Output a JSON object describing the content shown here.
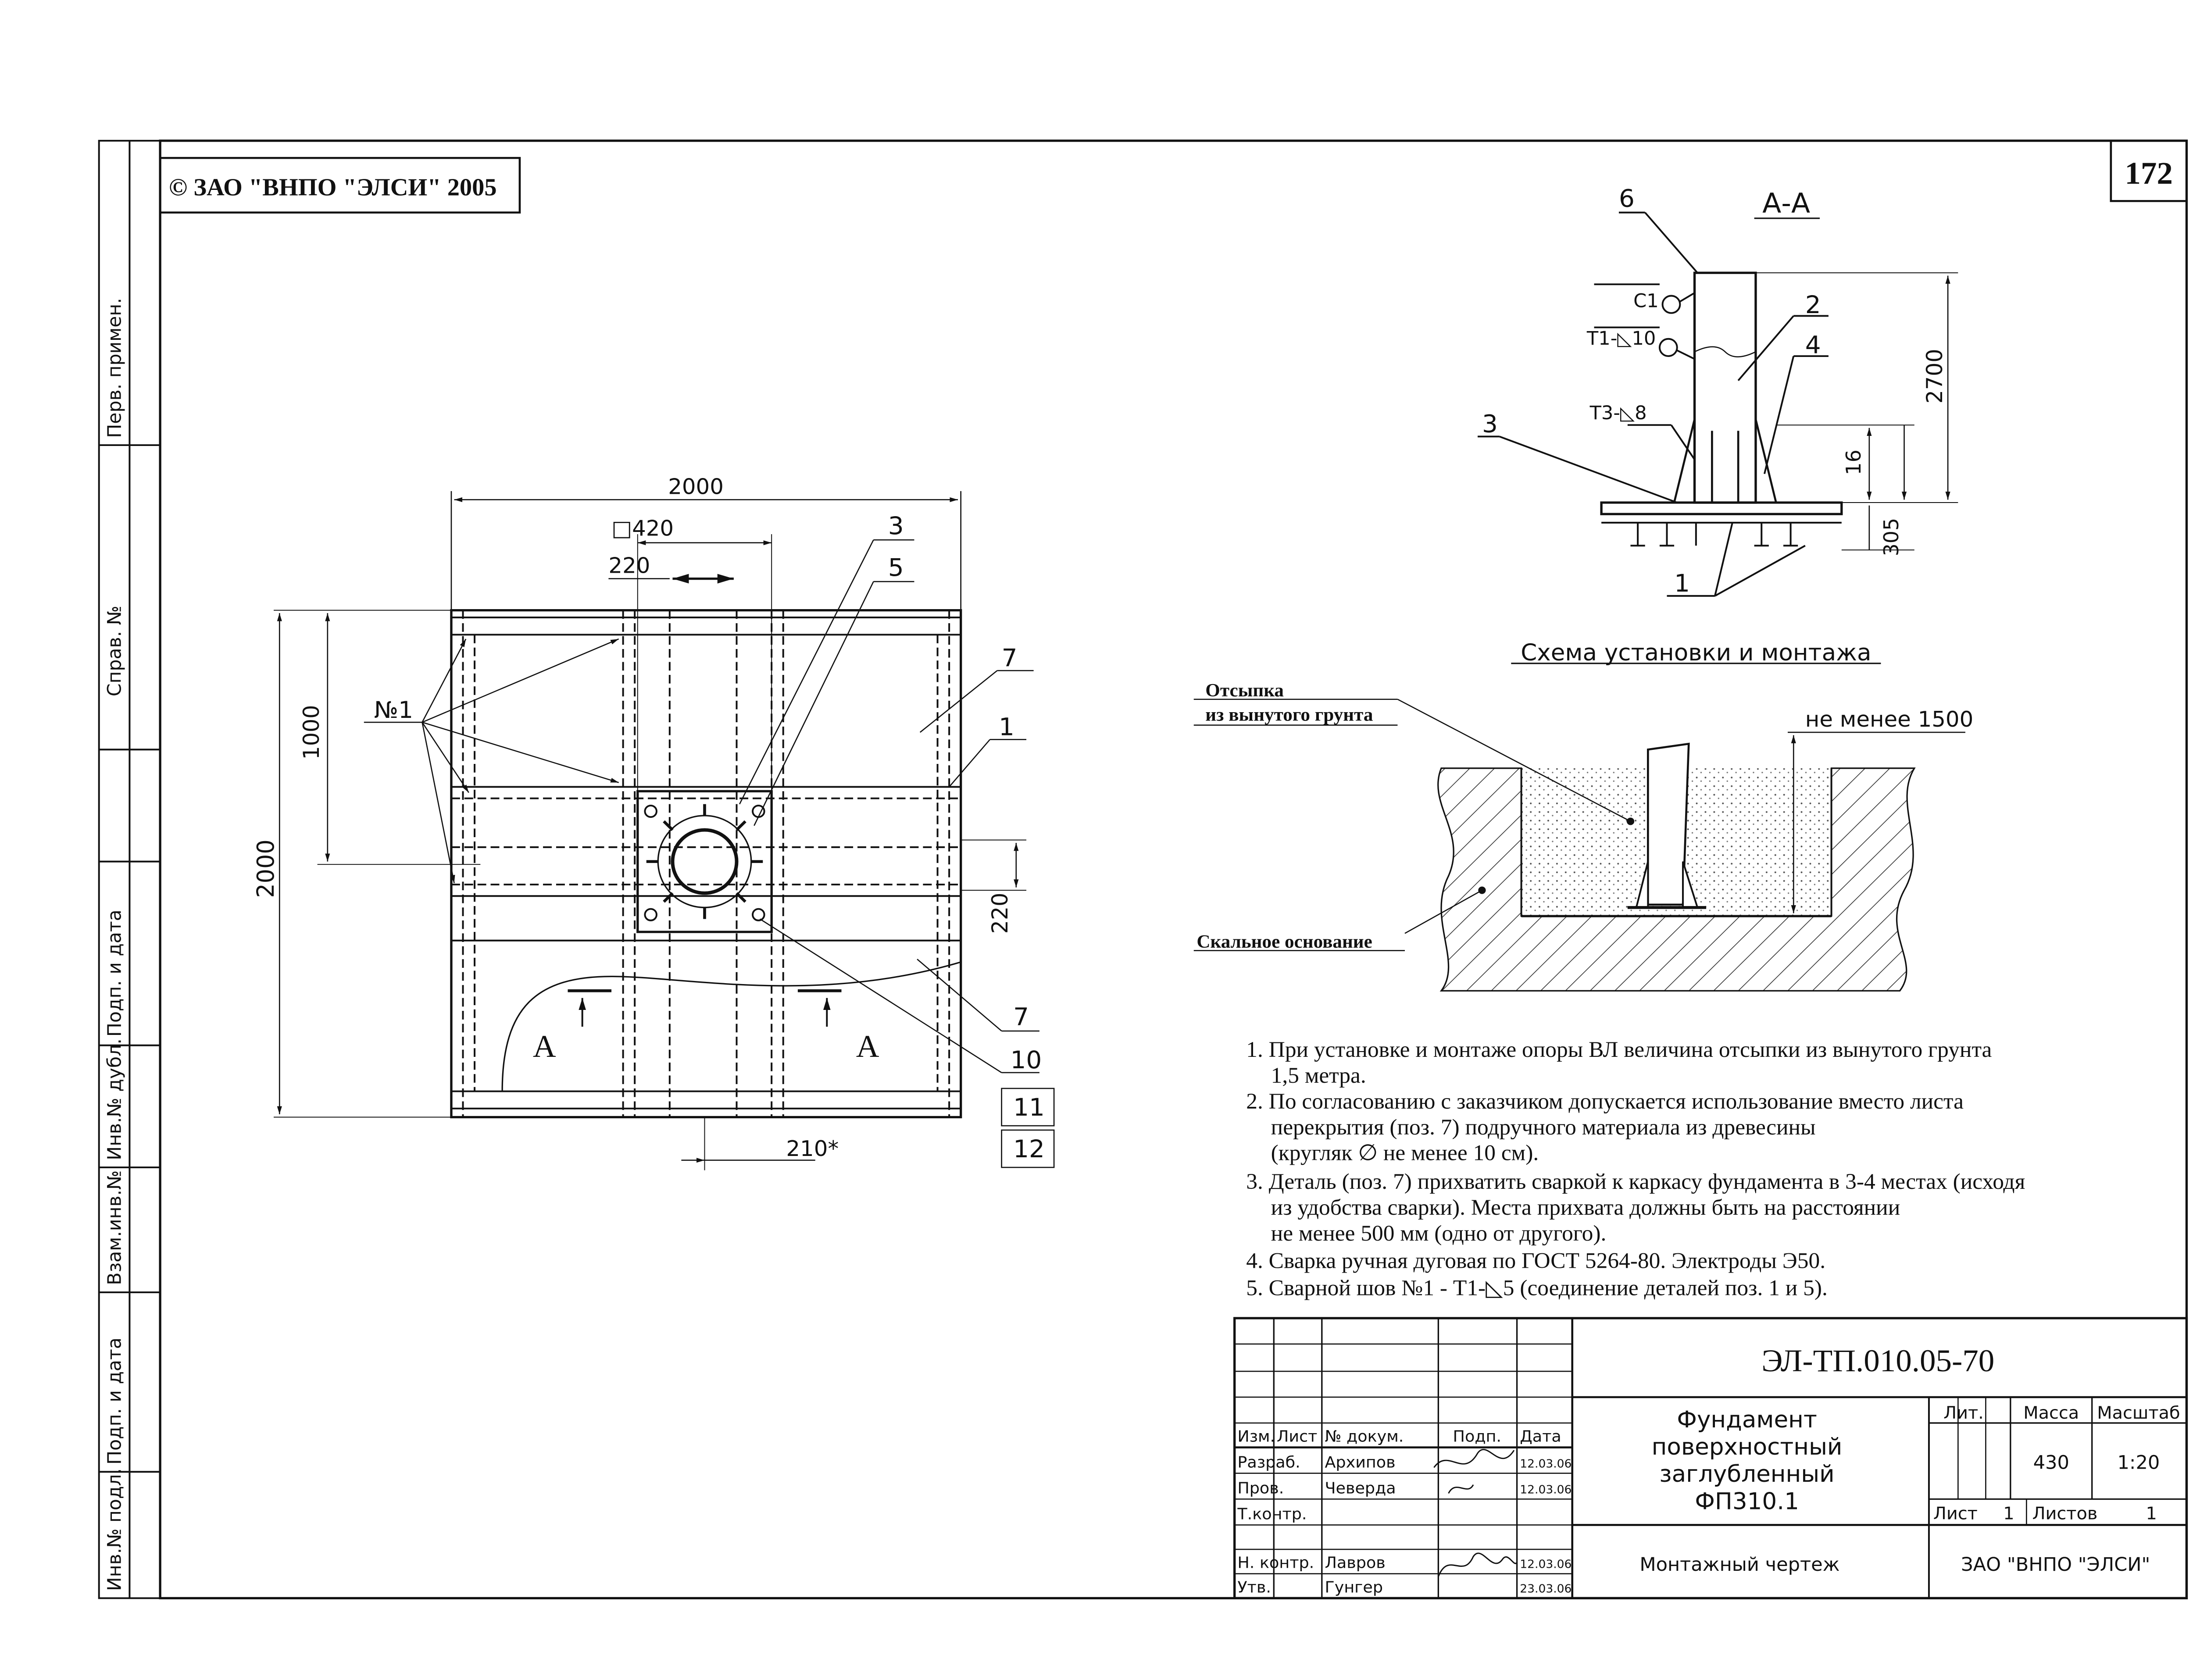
{
  "copyright": "© ЗАО \"ВНПО \"ЭЛСИ\" 2005",
  "sheet_number": "172",
  "side_stamp": [
    "Перв. примен.",
    "Справ. №",
    "Подп. и дата",
    "Инв.№ дубл.",
    "Взам.инв.№",
    "Подп. и дата",
    "Инв.№ подл."
  ],
  "plan_view": {
    "dim_overall_width": "2000",
    "dim_overall_height": "2000",
    "dim_half_height": "1000",
    "dim_plate": "□420",
    "dim_220_top": "220",
    "dim_220_right": "220",
    "dim_210": "210*",
    "weld_label": "№1",
    "section_marks": [
      "A",
      "A"
    ],
    "callouts": [
      "3",
      "5",
      "7",
      "1",
      "7",
      "10",
      "11",
      "12"
    ]
  },
  "section_view": {
    "title": "А-А",
    "dim_height": "2700",
    "dim_16": "16",
    "dim_305": "305",
    "weld_c1": "C1",
    "weld_t1": "Т1-◺10",
    "weld_t3": "Т3-◺8",
    "callouts": [
      "6",
      "2",
      "4",
      "3",
      "1"
    ]
  },
  "install_scheme": {
    "title": "Схема установки и монтажа",
    "label_backfill_1": "Отсыпка",
    "label_backfill_2": "из вынутого грунта",
    "label_rock": "Скальное основание",
    "dim_min_depth": "не менее  1500"
  },
  "notes": [
    "1. При установке и монтаже опоры ВЛ величина отсыпки из вынутого грунта",
    "1,5 метра.",
    "2. По согласованию с заказчиком допускается использование вместо листа",
    "перекрытия (поз. 7) подручного материала из древесины",
    "(кругляк ∅ не менее 10 см).",
    "3. Деталь (поз. 7) прихватить сваркой к каркасу фундамента в 3-4 местах (исходя",
    "из удобства сварки). Места прихвата должны быть на расстоянии",
    "не менее 500 мм (одно от другого).",
    "4. Сварка ручная дуговая по ГОСТ 5264-80. Электроды Э50.",
    "5. Сварной шов №1 - Т1-◺5  (соединение деталей поз. 1 и 5)."
  ],
  "title_block": {
    "doc_code": "ЭЛ-ТП.010.05-70",
    "name_lines": [
      "Фундамент",
      "поверхностный",
      "заглубленный",
      "ФП310.1"
    ],
    "drawing_type": "Монтажный чертеж",
    "organization": "ЗАО \"ВНПО \"ЭЛСИ\"",
    "hdr_lit": "Лит.",
    "hdr_mass": "Масса",
    "hdr_scale": "Масштаб",
    "mass": "430",
    "scale": "1:20",
    "sheet_label": "Лист",
    "sheet_value": "1",
    "sheets_label": "Листов",
    "sheets_value": "1",
    "col_headers": [
      "Изм.",
      "Лист",
      "№ докум.",
      "Подп.",
      "Дата"
    ],
    "roles": [
      {
        "role": "Разраб.",
        "name": "Архипов",
        "date": "12.03.06"
      },
      {
        "role": "Пров.",
        "name": "Чеверда",
        "date": "12.03.06"
      },
      {
        "role": "Т.контр.",
        "name": "",
        "date": ""
      },
      {
        "role": "Н. контр.",
        "name": "Лавров",
        "date": "12.03.06"
      },
      {
        "role": "Утв.",
        "name": "Гунгер",
        "date": "23.03.06"
      }
    ]
  }
}
